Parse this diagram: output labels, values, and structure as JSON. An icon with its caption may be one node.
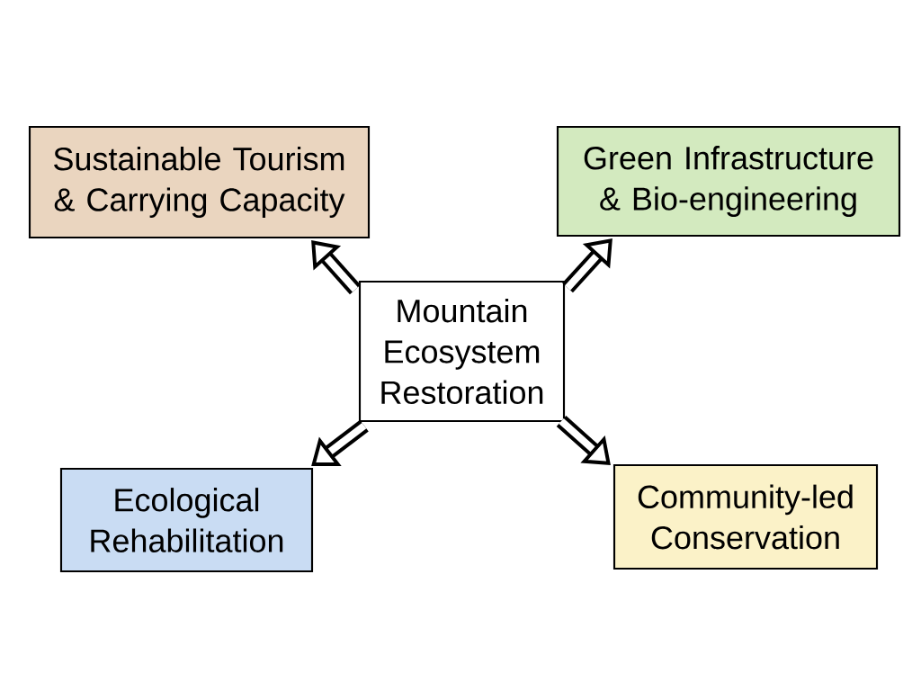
{
  "diagram": {
    "nodes": [
      {
        "text": [
          "Sustainable Tourism & Carrying Capacity"
        ]
      },
      {
        "text": [
          "Green Infrastructure & Bio-engineering"
        ]
      },
      {
        "text": [
          "Mountain Ecosystem Restoration"
        ]
      },
      {
        "text": [
          "Ecological Rehabilitation"
        ]
      },
      {
        "text": [
          "Community-led Conservation"
        ]
      }
    ],
    "edges": [
      {
        "from": 2,
        "to": 0,
        "arrow": "to"
      },
      {
        "from": 2,
        "to": 1,
        "arrow": "to"
      },
      {
        "from": 2,
        "to": 3,
        "arrow": "to"
      },
      {
        "from": 2,
        "to": 4,
        "arrow": "to"
      }
    ]
  }
}
